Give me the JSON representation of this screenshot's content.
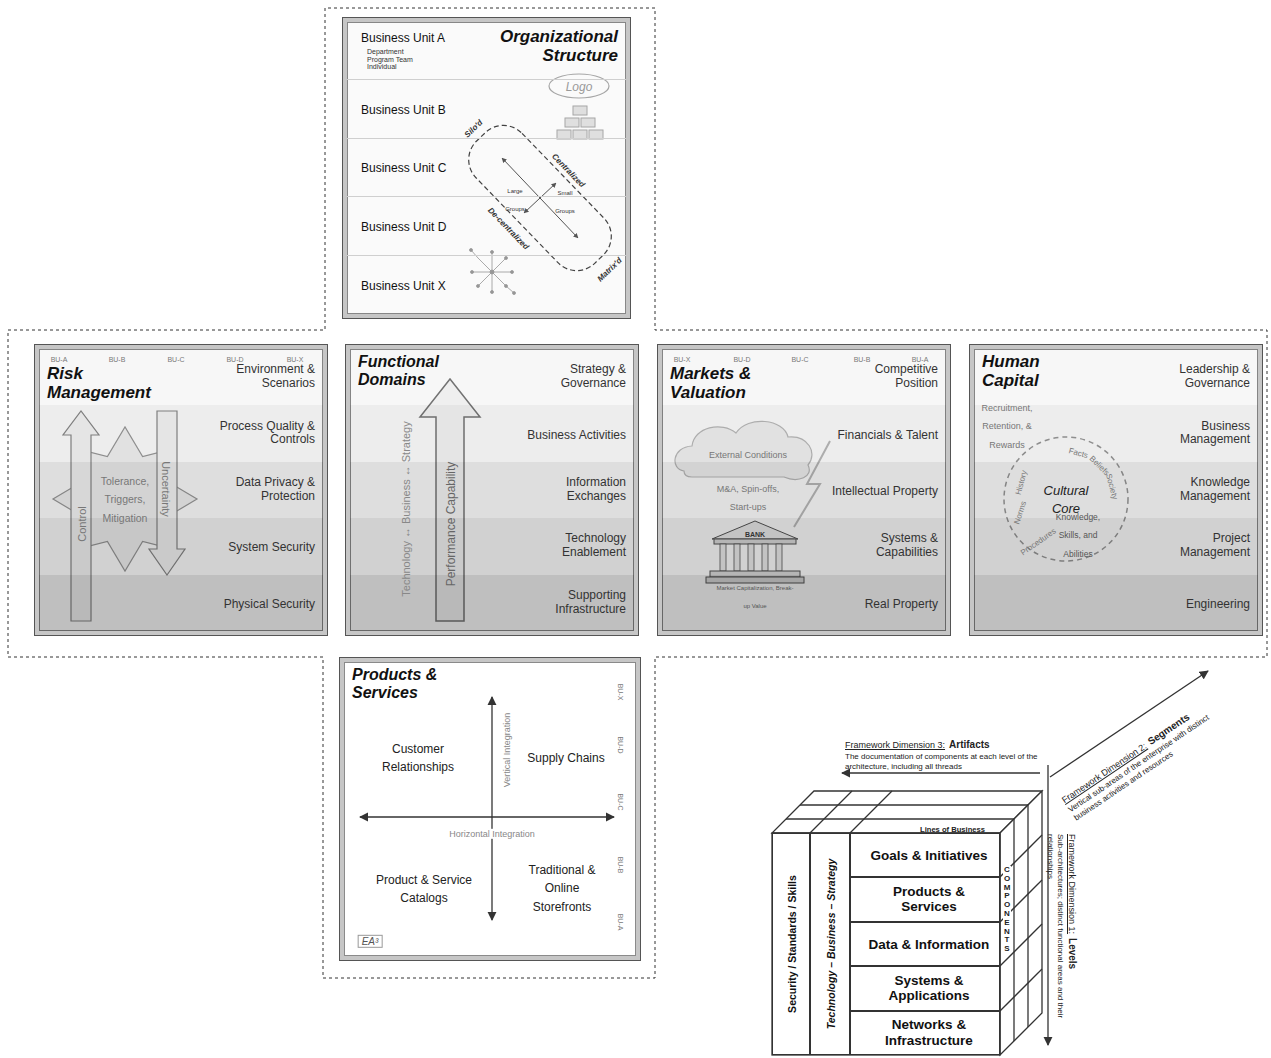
{
  "diagram": {
    "nodes": [
      {
        "text": [
          "Organizational Structure"
        ]
      },
      {
        "text": [
          "Business Unit A",
          "Department Program Team Individual"
        ],
        "in": 0
      },
      {
        "text": [
          "Business Unit B"
        ],
        "in": 0
      },
      {
        "text": [
          "Business Unit C"
        ],
        "in": 0
      },
      {
        "text": [
          "Business Unit D"
        ],
        "in": 0
      },
      {
        "text": [
          "Business Unit X"
        ],
        "in": 0
      },
      {
        "text": [
          "Risk Management"
        ]
      },
      {
        "text": [
          "Environment & Scenarios"
        ],
        "in": 6
      },
      {
        "text": [
          "Process Quality & Controls"
        ],
        "in": 6
      },
      {
        "text": [
          "Data Privacy & Protection"
        ],
        "in": 6
      },
      {
        "text": [
          "System Security"
        ],
        "in": 6
      },
      {
        "text": [
          "Physical Security"
        ],
        "in": 6
      },
      {
        "text": [
          "Functional Domains"
        ]
      },
      {
        "text": [
          "Strategy & Governance"
        ],
        "in": 12
      },
      {
        "text": [
          "Business Activities"
        ],
        "in": 12
      },
      {
        "text": [
          "Information Exchanges"
        ],
        "in": 12
      },
      {
        "text": [
          "Technology Enablement"
        ],
        "in": 12
      },
      {
        "text": [
          "Supporting Infrastructure"
        ],
        "in": 12
      },
      {
        "text": [
          "Markets & Valuation"
        ]
      },
      {
        "text": [
          "Competitive Position"
        ],
        "in": 18
      },
      {
        "text": [
          "Financials & Talent"
        ],
        "in": 18
      },
      {
        "text": [
          "Intellectual Property"
        ],
        "in": 18
      },
      {
        "text": [
          "Systems & Capabilities"
        ],
        "in": 18
      },
      {
        "text": [
          "Real Property"
        ],
        "in": 18
      },
      {
        "text": [
          "Human Capital"
        ]
      },
      {
        "text": [
          "Leadership & Governance"
        ],
        "in": 24
      },
      {
        "text": [
          "Business Management"
        ],
        "in": 24
      },
      {
        "text": [
          "Knowledge Management"
        ],
        "in": 24
      },
      {
        "text": [
          "Project Management"
        ],
        "in": 24
      },
      {
        "text": [
          "Engineering"
        ],
        "in": 24
      },
      {
        "text": [
          "Products & Services"
        ]
      },
      {
        "text": [
          "Lines of Business"
        ]
      },
      {
        "text": [
          "Security / Standards / Skills"
        ]
      },
      {
        "text": [
          "Technology – Business – Strategy"
        ]
      },
      {
        "text": [
          "Goals & Initiatives"
        ]
      },
      {
        "text": [
          "Products & Services"
        ]
      },
      {
        "text": [
          "Data & Information"
        ]
      },
      {
        "text": [
          "Systems & Applications"
        ]
      },
      {
        "text": [
          "Networks & Infrastructure"
        ]
      },
      {
        "text": [
          "COMPONENTS"
        ]
      }
    ],
    "labels": [
      "Logo",
      "Silo'd",
      "Large Groups",
      "Centralized",
      "Small Groups",
      "De-centralized",
      "Matrix'd",
      "BU-A",
      "BU-B",
      "BU-C",
      "BU-D",
      "BU-X",
      "Control",
      "Uncertainty",
      "Tolerance, Triggers, Mitigation",
      "Technology ↔ Business ↔ Strategy",
      "Performance Capability",
      "BU-X",
      "BU-D",
      "BU-C",
      "BU-B",
      "BU-A",
      "External Conditions",
      "M&A, Spin-offs, Start-ups",
      "BANK",
      "Market Capitalization, Break-up Value",
      "Recruitment, Retention, & Rewards",
      "Facts",
      "Beliefs",
      "Society",
      "Knowledge, Skills, and Abilities",
      "Procedures",
      "Norms",
      "History",
      "Cultural Core",
      "Customer Relationships",
      "Supply Chains",
      "Vertical Integration",
      "Horizontal Integration",
      "Product & Service Catalogs",
      "Traditional & Online Storefronts",
      "BU-X",
      "BU-D",
      "BU-C",
      "BU-B",
      "BU-A",
      "EA³",
      "Framework Dimension 3:",
      "Artifacts",
      "The documentation of components at each level of the architecture, including all threads",
      "Framework Dimension 2:",
      "Segments",
      "Vertical sub-areas of the enterprise with distinct business activities and resources",
      "Framework Dimension 1:",
      "Levels",
      "Sub-architectures; distinct functional areas and their relationships"
    ]
  }
}
